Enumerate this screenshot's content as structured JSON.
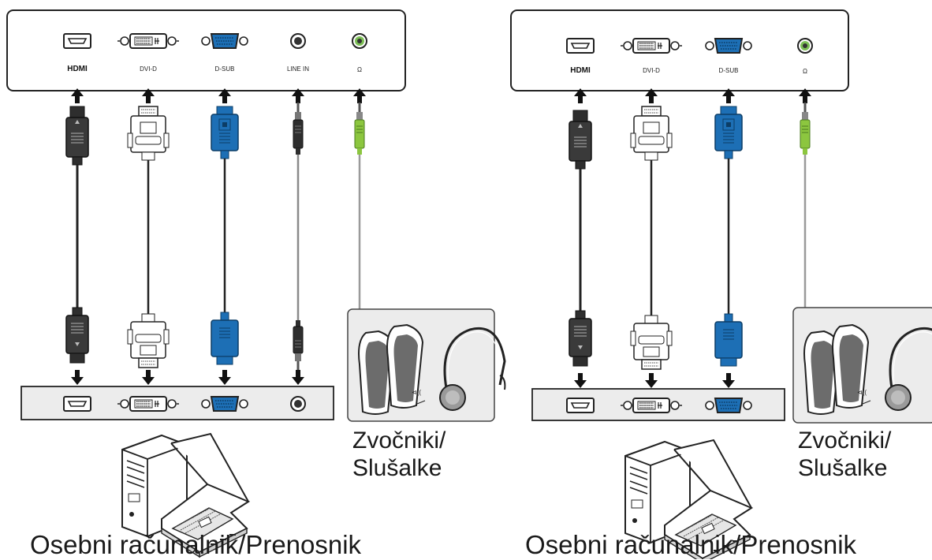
{
  "left_diagram": {
    "monitor_ports": {
      "hdmi": "HDMI",
      "dvi": "DVI-D",
      "dsub": "D-SUB",
      "line_in": "LINE IN",
      "headphone": "Ω"
    },
    "pc_label": "Osebni računalnik/Prenosnik",
    "speakers_label_line1": "Zvočniki/",
    "speakers_label_line2": "Slušalke"
  },
  "right_diagram": {
    "monitor_ports": {
      "hdmi": "HDMI",
      "dvi": "DVI-D",
      "dsub": "D-SUB",
      "headphone": "Ω"
    },
    "pc_label": "Osebni računalnik/Prenosnik",
    "speakers_label_line1": "Zvočniki/",
    "speakers_label_line2": "Slušalke"
  },
  "colors": {
    "vga_blue": "#1d6fb5",
    "audio_green": "#6aa84f",
    "panel_gray": "#ececec",
    "outline": "#2a2a2a"
  }
}
